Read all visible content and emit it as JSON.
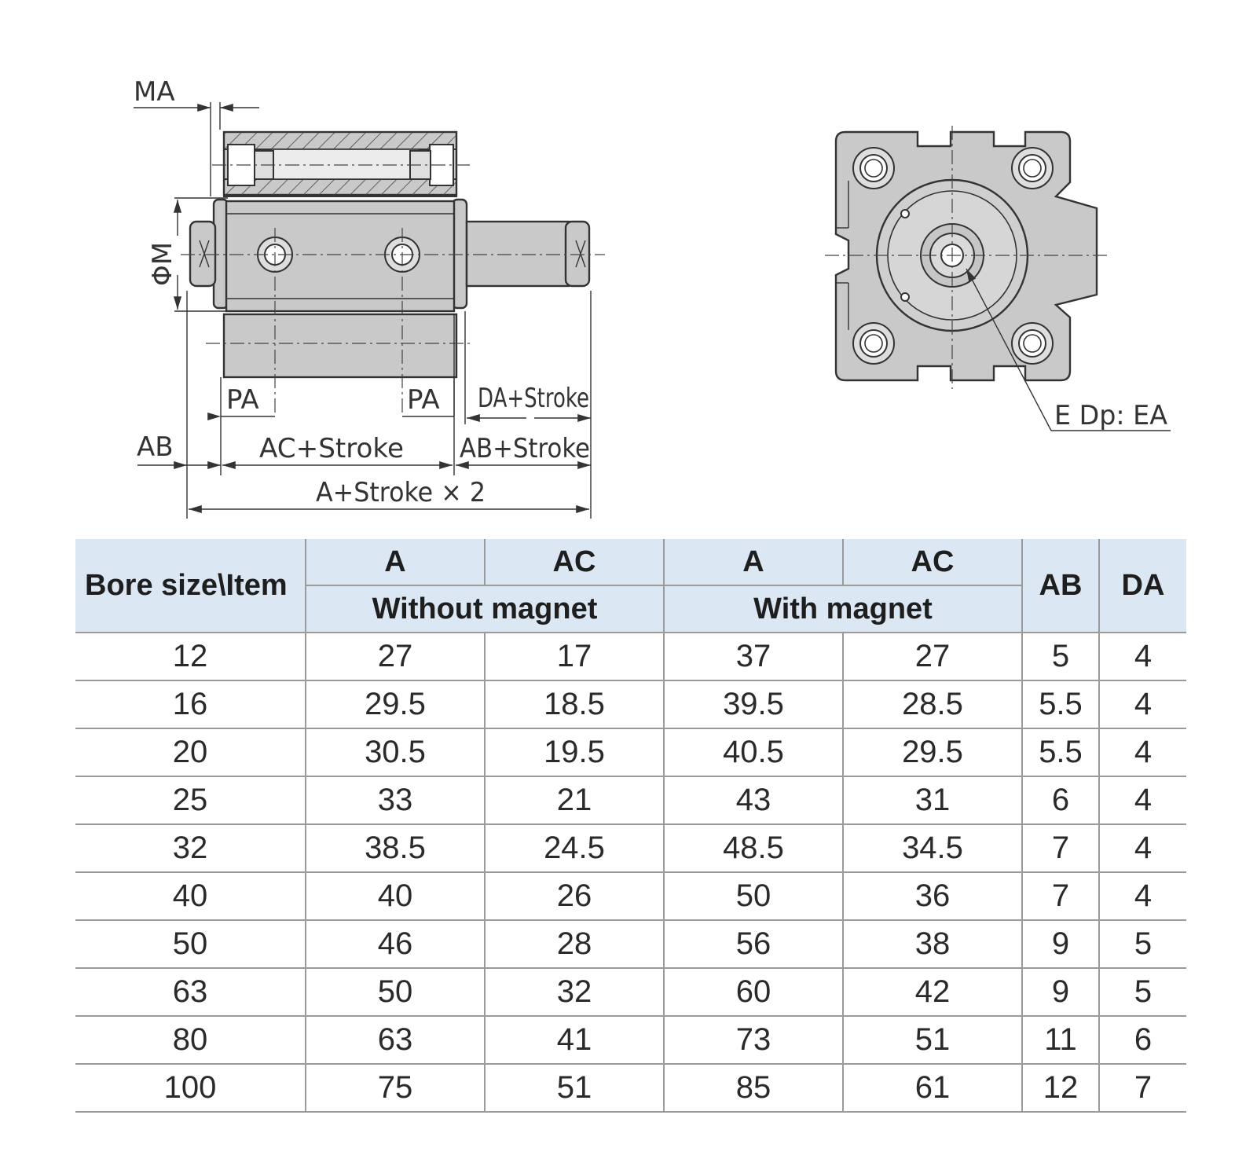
{
  "drawing": {
    "labels": {
      "ma": "MA",
      "phi_m": "ΦM",
      "pa_left": "PA",
      "pa_right": "PA",
      "da_stroke": "DA+Stroke",
      "ab": "AB",
      "ac_stroke": "AC+Stroke",
      "ab_stroke": "AB+Stroke",
      "a_stroke_2": "A+Stroke × 2",
      "e_dp_ea": "E Dp: EA"
    }
  },
  "table": {
    "header": {
      "item": "Bore size\\Item",
      "a1": "A",
      "ac1": "AC",
      "a2": "A",
      "ac2": "AC",
      "ab": "AB",
      "da": "DA",
      "without_magnet": "Without magnet",
      "with_magnet": "With magnet"
    },
    "rows": [
      [
        "12",
        "27",
        "17",
        "37",
        "27",
        "5",
        "4"
      ],
      [
        "16",
        "29.5",
        "18.5",
        "39.5",
        "28.5",
        "5.5",
        "4"
      ],
      [
        "20",
        "30.5",
        "19.5",
        "40.5",
        "29.5",
        "5.5",
        "4"
      ],
      [
        "25",
        "33",
        "21",
        "43",
        "31",
        "6",
        "4"
      ],
      [
        "32",
        "38.5",
        "24.5",
        "48.5",
        "34.5",
        "7",
        "4"
      ],
      [
        "40",
        "40",
        "26",
        "50",
        "36",
        "7",
        "4"
      ],
      [
        "50",
        "46",
        "28",
        "56",
        "38",
        "9",
        "5"
      ],
      [
        "63",
        "50",
        "32",
        "60",
        "42",
        "9",
        "5"
      ],
      [
        "80",
        "63",
        "41",
        "73",
        "51",
        "11",
        "6"
      ],
      [
        "100",
        "75",
        "51",
        "85",
        "61",
        "12",
        "7"
      ]
    ]
  },
  "colors": {
    "header_bg": "#dbe7f3",
    "grid_line": "#9a9a9a",
    "part_fill": "#c9c9c9"
  }
}
